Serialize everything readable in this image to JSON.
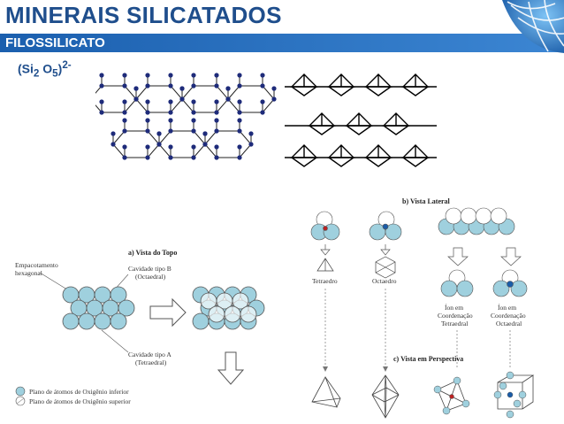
{
  "header": {
    "title": "MINERAIS SILICATADOS",
    "subtitle": "FILOSSILICATO",
    "formula": {
      "base": "(Si",
      "sub1": "2",
      "mid": " O",
      "sub2": "5",
      "tail": ")",
      "charge": "2-"
    }
  },
  "brand": {
    "accent": "#1f4e8c",
    "bar": "#2a6fc0"
  },
  "diagram_left": {
    "title": "a) Vista do Topo",
    "label_packing": "Empacotamento",
    "label_packing2": "hexagonal",
    "label_cavB": "Cavidade tipo B",
    "label_cavB2": "(Octaedral)",
    "label_cavA": "Cavidade tipo A",
    "label_cavA2": "(Tetraedral)",
    "legend_lower": "Plano de átomos de Oxigênio inferior",
    "legend_upper": "Plano de átomos de Oxigênio superior"
  },
  "diagram_right": {
    "title_side": "b) Vista Lateral",
    "label_tetra": "Tetraedro",
    "label_octa": "Octaedro",
    "ion_tetra_1": "Íon em",
    "ion_tetra_2": "Coordenação",
    "ion_tetra_3": "Tetraedral",
    "ion_octa_1": "Íon em",
    "ion_octa_2": "Coordenação",
    "ion_octa_3": "Octaedral",
    "title_persp": "c) Vista em Perspectiva"
  }
}
